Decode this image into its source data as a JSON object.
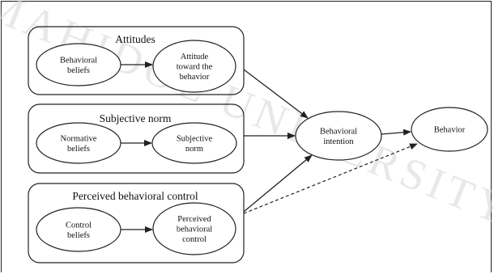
{
  "watermark": {
    "text": "MAHIDOL UNIVERSITY",
    "color": "#d7d7d7"
  },
  "groups": {
    "attitudes": {
      "title": "Attitudes",
      "beliefs": [
        "Behavioral",
        "beliefs"
      ],
      "construct": [
        "Attitude",
        "toward the",
        "behavior"
      ]
    },
    "subjective_norm": {
      "title": "Subjective norm",
      "beliefs": [
        "Normative",
        "beliefs"
      ],
      "construct": [
        "Subjective",
        "norm"
      ]
    },
    "perceived_control": {
      "title": "Perceived behavioral control",
      "beliefs": [
        "Control",
        "beliefs"
      ],
      "construct": [
        "Perceived",
        "behavioral",
        "control"
      ]
    }
  },
  "intention": [
    "Behavioral",
    "intention"
  ],
  "behavior": [
    "Behavior"
  ],
  "colors": {
    "stroke": "#222222",
    "background": "#ffffff",
    "text": "#111111"
  }
}
